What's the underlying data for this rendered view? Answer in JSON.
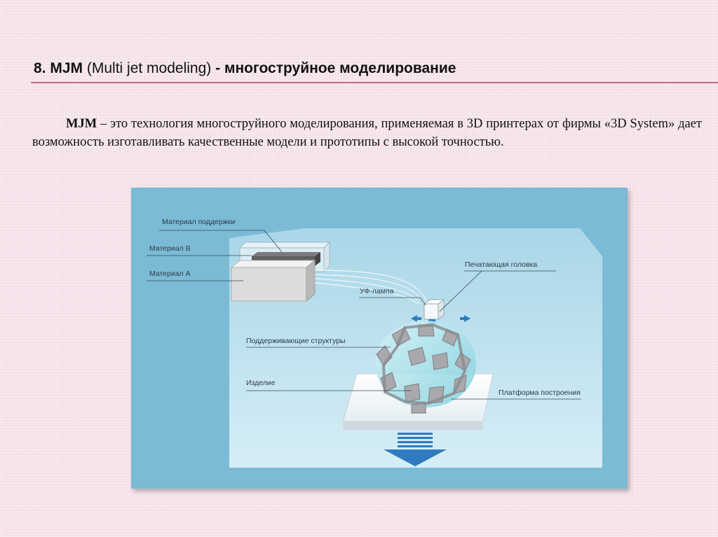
{
  "title": {
    "number": "8.",
    "abbr": "MJM",
    "expansion": "(Multi jet modeling)",
    "rest": "- многоструйное моделирование"
  },
  "body": {
    "term": "MJM",
    "text": "– это технология многоструйного моделирования, применяемая в 3D принтерах от фирмы «3D System» дает возможность изготавливать качественные модели и прототипы с высокой точностью."
  },
  "diagram": {
    "labels": {
      "support_material": "Материал поддержки",
      "material_b": "Материал В",
      "material_a": "Материал А",
      "print_head": "Печатающая головка",
      "uv_lamp": "УФ-лампа",
      "support_structures": "Поддерживающие структуры",
      "product": "Изделие",
      "build_platform": "Платформа построения"
    },
    "colors": {
      "panel_bg": "#7bbbd6",
      "chamber_bg": "#bfe1ee",
      "arrow": "#2f7bbf"
    }
  }
}
